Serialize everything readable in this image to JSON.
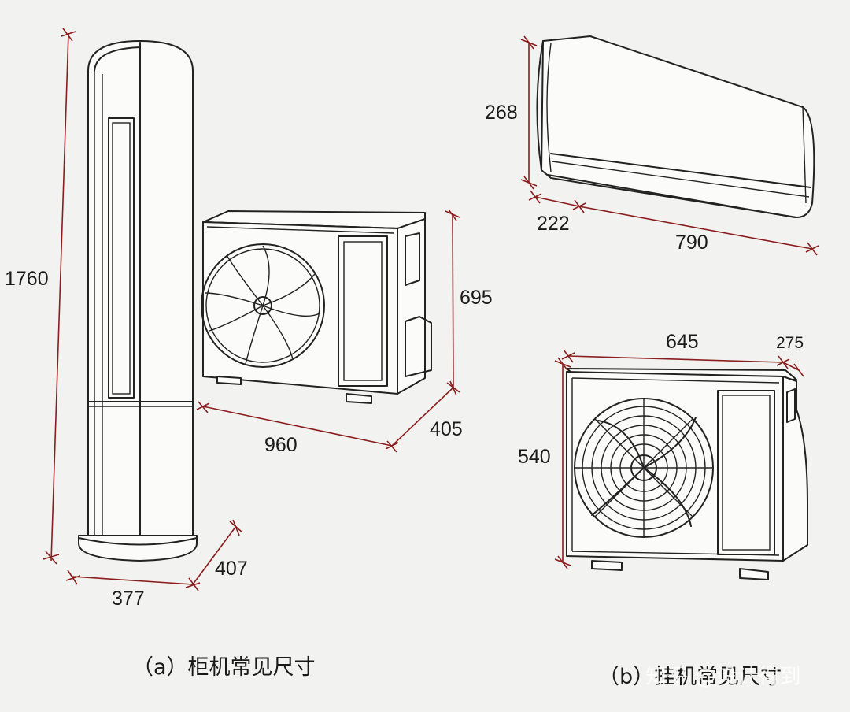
{
  "dimensions": {
    "cabinet_height": "1760",
    "cabinet_width": "377",
    "cabinet_depth": "407",
    "outdoor_a_width": "960",
    "outdoor_a_height": "695",
    "outdoor_a_depth": "405",
    "wall_height": "268",
    "wall_depth": "222",
    "wall_width": "790",
    "outdoor_b_width": "645",
    "outdoor_b_depth": "275",
    "outdoor_b_height": "540"
  },
  "captions": {
    "a": "（a）柜机常见尺寸",
    "b": "（b）挂机常见尺寸"
  },
  "watermark": "知乎 @设计得到",
  "colors": {
    "dimension_line": "#8a1e1e",
    "line_art": "#222222",
    "background": "#f2f2f0"
  }
}
